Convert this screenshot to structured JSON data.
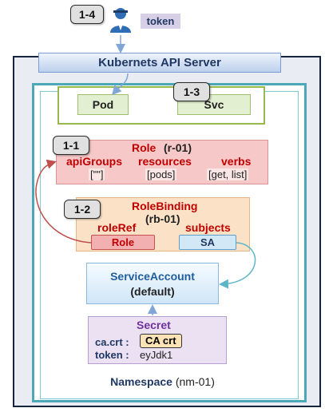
{
  "steps": {
    "s1_4": "1-4",
    "s1_3": "1-3",
    "s1_1": "1-1",
    "s1_2": "1-2"
  },
  "user": {
    "token_label": "token"
  },
  "api_server": {
    "title": "Kubernets API Server"
  },
  "workloads": {
    "pod": "Pod",
    "svc": "Svc"
  },
  "role": {
    "title": "Role",
    "name": "(r-01)",
    "columns": [
      {
        "header": "apiGroups",
        "value": "[\"\"]"
      },
      {
        "header": "resources",
        "value": "[pods]"
      },
      {
        "header": "verbs",
        "value": "[get, list]"
      }
    ]
  },
  "rolebinding": {
    "title": "RoleBinding",
    "name": "(rb-01)",
    "roleref_header": "roleRef",
    "subjects_header": "subjects",
    "roleref_value": "Role",
    "subjects_value": "SA"
  },
  "service_account": {
    "title": "ServiceAccount",
    "name": "(default)"
  },
  "secret": {
    "title": "Secret",
    "ca_label": "ca.crt :",
    "ca_value": "CA crt",
    "token_label": "token :",
    "token_value": "eyJdk1"
  },
  "namespace": {
    "label": "Namespace",
    "name": "(nm-01)"
  },
  "colors": {
    "accent_red": "#c00000",
    "navy": "#1f3864",
    "arrow_blue": "#7fa6d6",
    "arrow_red": "#c0504d",
    "arrow_teal": "#5bb6c6"
  }
}
